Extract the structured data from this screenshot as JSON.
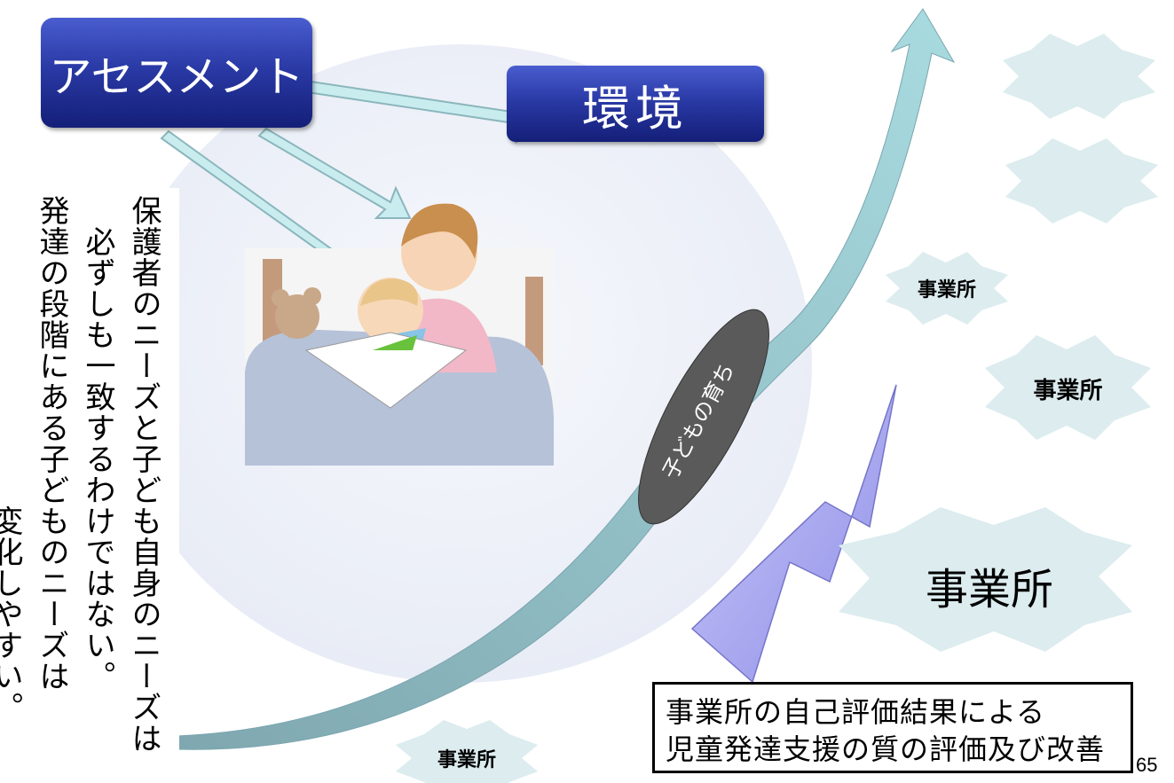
{
  "assessment": {
    "label": "アセスメント"
  },
  "environment": {
    "label": "環境"
  },
  "vertical_note": {
    "lines": [
      "保護者のニーズと子ども自身のニーズは",
      "　必ずしも一致するわけではない。",
      "発達の段階にある子どものニーズは",
      "　　　　　　　　　　変化しやすい。"
    ]
  },
  "growth_label": "子どもの育ち",
  "offices": {
    "star_small_top": "事業所",
    "star_mid": "事業所",
    "star_large": "事業所",
    "star_bottom": "事業所"
  },
  "evaluation_box": {
    "line1": "事業所の自己評価結果による",
    "line2": "児童発達支援の質の評価及び改善"
  },
  "page_number": "65",
  "colors": {
    "circle": "#eef1f8",
    "navy": "#1f2d8f",
    "arrow_teal": "#a8d8de",
    "arrow_purple": "#a9a8f0",
    "star": "#dcecef",
    "ellipse": "#5a5a5a"
  }
}
